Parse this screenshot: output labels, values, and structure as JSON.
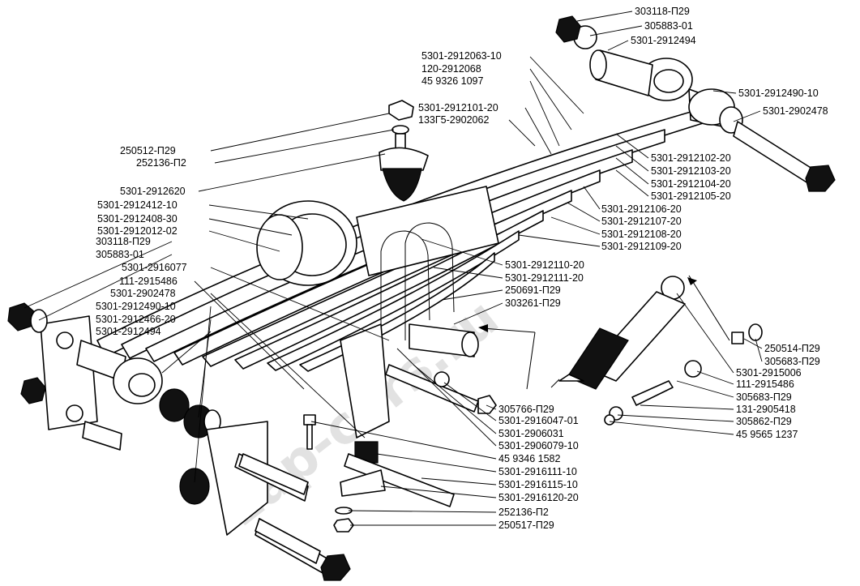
{
  "watermark": "zap-cars.ru",
  "part_labels": [
    "303118-П29",
    "305883-01",
    "5301-2912494",
    "5301-2912490-10",
    "5301-2902478",
    "5301-2912063-10",
    "120-2912068",
    "45 9326 1097",
    "5301-2912101-20",
    "133Г5-2902062",
    "250512-П29",
    "252136-П2",
    "5301-2912102-20",
    "5301-2912103-20",
    "5301-2912104-20",
    "5301-2912105-20",
    "5301-2912620",
    "5301-2912412-10",
    "5301-2912408-30",
    "5301-2912012-02",
    "5301-2912106-20",
    "5301-2912107-20",
    "5301-2912108-20",
    "5301-2912109-20",
    "303118-П29",
    "305883-01",
    "5301-2912110-20",
    "5301-2916077",
    "5301-2912111-20",
    "111-2915486",
    "250691-П29",
    "5301-2902478",
    "303261-П29",
    "5301-2912490-10",
    "5301-2912466-20",
    "5301-2912494",
    "250514-П29",
    "305683-П29",
    "5301-2915006",
    "111-2915486",
    "305683-П29",
    "305766-П29",
    "131-2905418",
    "5301-2916047-01",
    "305862-П29",
    "5301-2906031",
    "45 9565 1237",
    "5301-2906079-10",
    "45 9346 1582",
    "5301-2916111-10",
    "5301-2916115-10",
    "5301-2916120-20",
    "252136-П2",
    "250517-П29"
  ]
}
